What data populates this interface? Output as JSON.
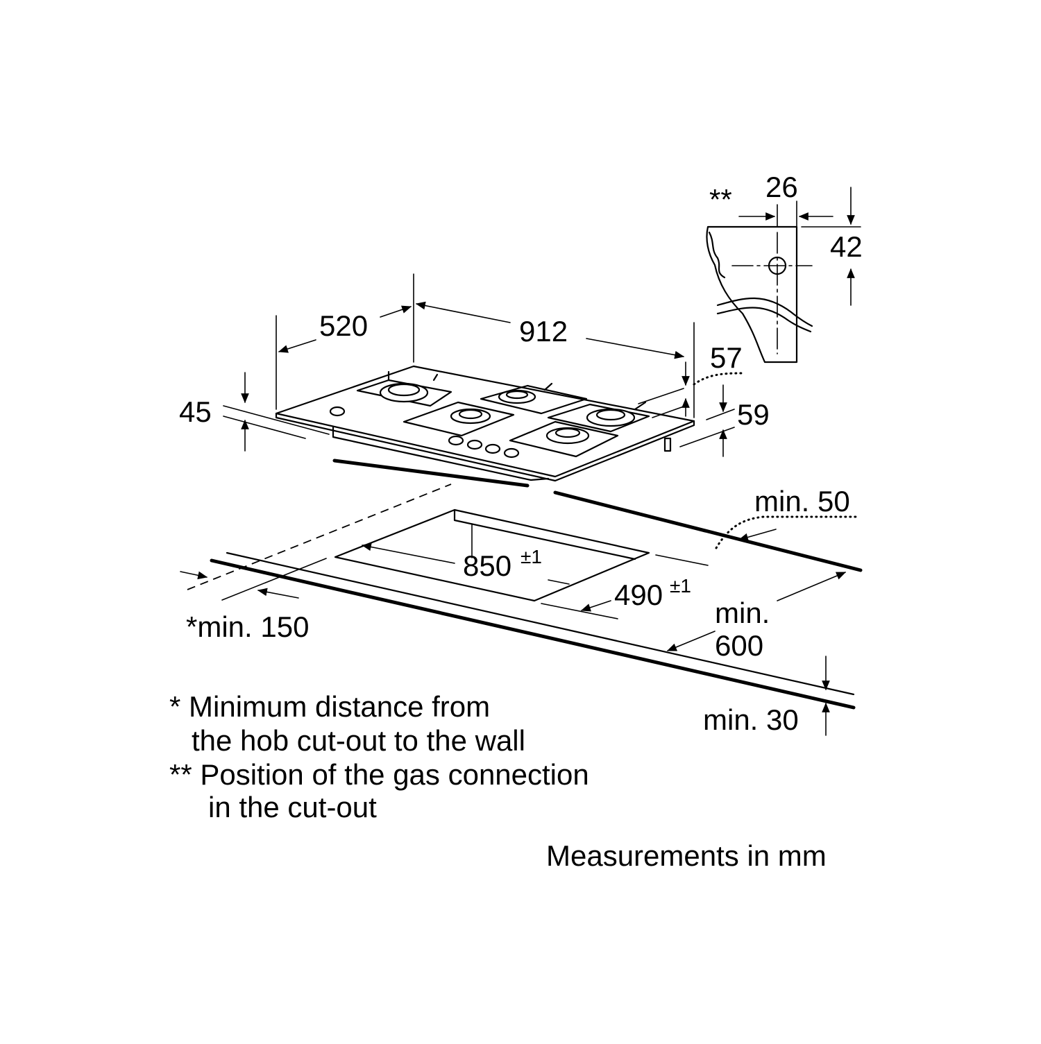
{
  "dimensions": {
    "hob_depth": "520",
    "hob_width": "912",
    "rear_clearance": "57",
    "hob_height": "45",
    "side_height": "59",
    "gas_connection_width": "26",
    "gas_connection_height": "42",
    "gas_connection_marker": "**",
    "cutout_width": "850",
    "cutout_width_tolerance": "±1",
    "cutout_depth": "490",
    "cutout_depth_tolerance": "±1",
    "min_rear_distance": "min. 50",
    "min_wall_distance": "*min. 150",
    "min_worktop_depth_line1": "min.",
    "min_worktop_depth_line2": "600",
    "min_worktop_thickness": "min. 30"
  },
  "notes": {
    "note1_line1": "* Minimum distance from",
    "note1_line2": "the hob cut-out to the wall",
    "note2_line1": "** Position of the gas connection",
    "note2_line2": "in the cut-out",
    "units": "Measurements in mm"
  }
}
